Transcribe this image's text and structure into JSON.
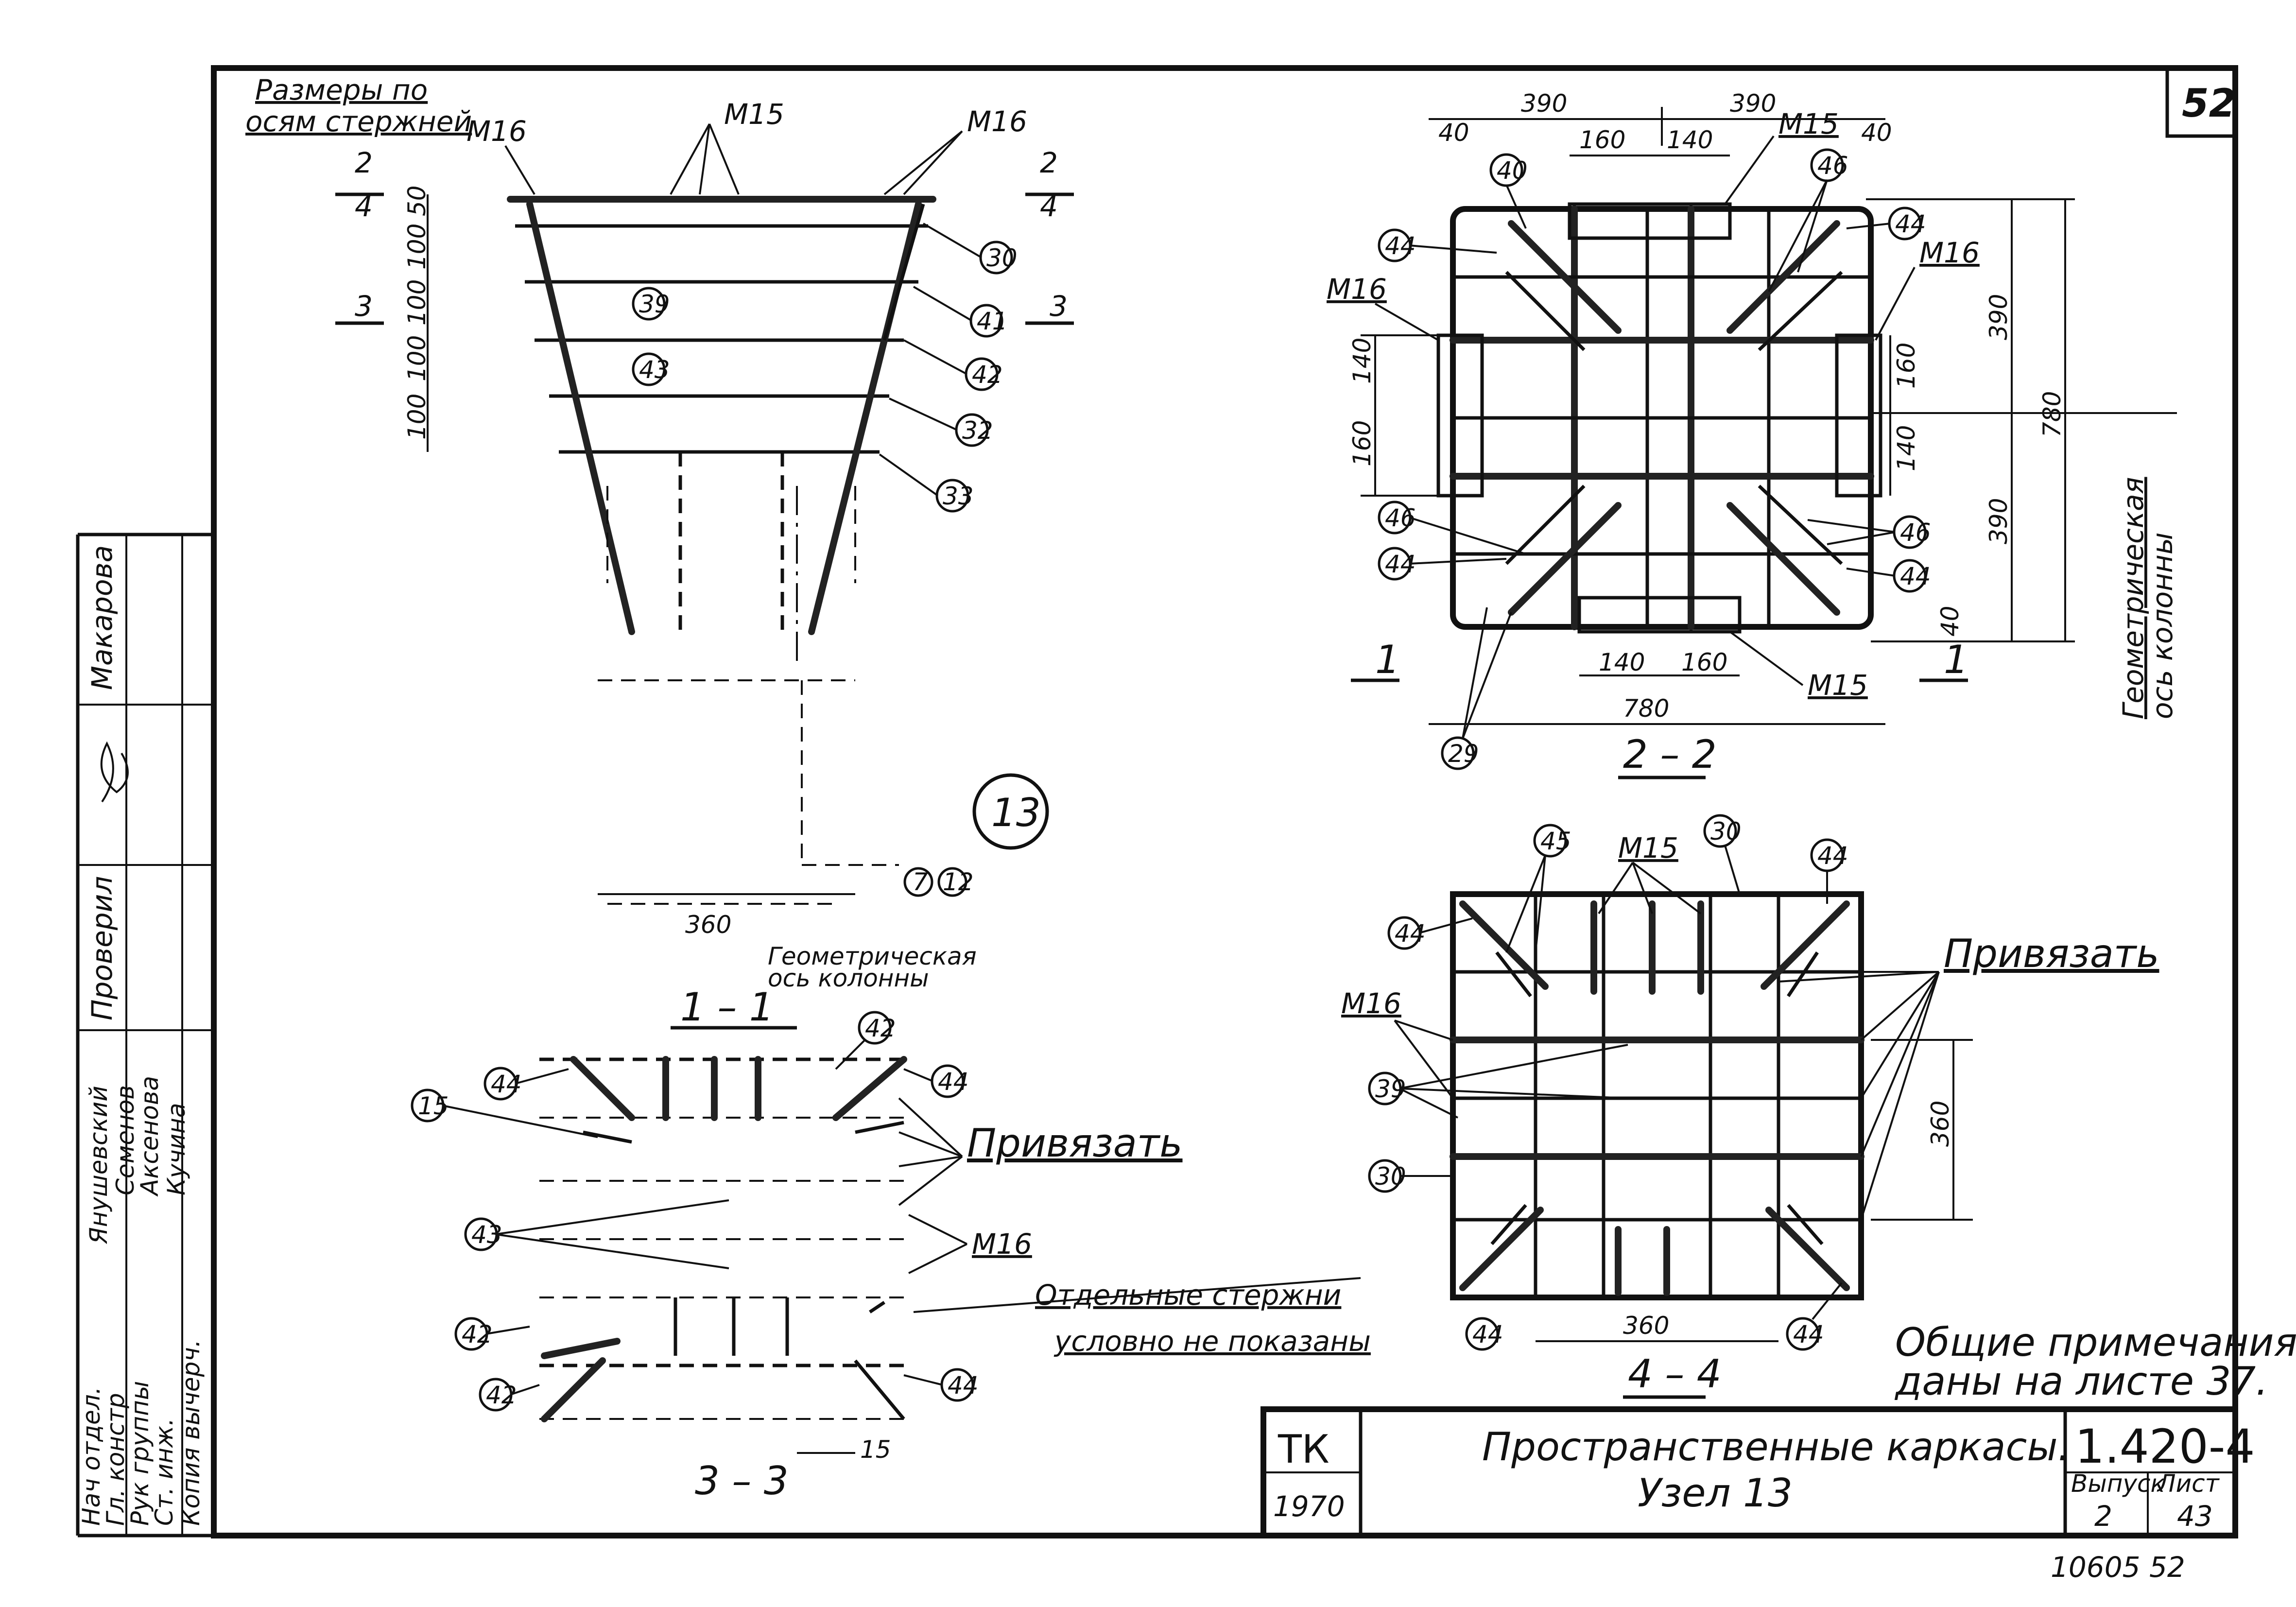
{
  "sheet": {
    "sheet_number": "52",
    "bottom_number": "10605 52"
  },
  "title_block": {
    "org_top": "ТК",
    "org_year": "1970",
    "title_line1": "Пространственные каркасы.",
    "title_line2": "Узел 13",
    "series": "1.420-4",
    "vypusk_label": "Выпуск",
    "list_label": "Лист",
    "vypusk": "2",
    "list": "43"
  },
  "stamp": {
    "roles": [
      "Нач отдел.",
      "Гл. констр",
      "Рук группы",
      "Ст. инж.",
      "Копия вычерч."
    ],
    "names": [
      "Янушевский",
      "Семенов",
      "Аксенова",
      "Кучина"
    ],
    "checked_label": "Проверил",
    "checker_name": "Макарова"
  },
  "view_1": {
    "top_note_line1": "Размеры по",
    "top_note_line2": "осям стержней",
    "section_label": "1 – 1",
    "node_number": "13",
    "axis_note_line1": "Геометрическая",
    "axis_note_line2": "ось колонны",
    "labels": {
      "m16_left": "М16",
      "m15_top": "М15",
      "m16_right": "М16",
      "cut_2_top": "2",
      "cut_2_bot": "4",
      "cut_3": "3",
      "dim_50": "50",
      "dim_100a": "100",
      "dim_100b": "100",
      "dim_100c": "100",
      "dim_100d": "100",
      "dim_360": "360"
    },
    "markers": [
      "30",
      "41",
      "42",
      "32",
      "33",
      "39",
      "43",
      "7",
      "12"
    ]
  },
  "view_2": {
    "section_label": "2 – 2",
    "axis_note_line1": "Геометрическая",
    "axis_note_line2": "ось колонны",
    "labels": {
      "dim_390a": "390",
      "dim_390b": "390",
      "dim_40a": "40",
      "dim_40b": "40",
      "dim_160a": "160",
      "dim_140a": "140",
      "m15_top": "М15",
      "m16_left": "М16",
      "m16_right": "М16",
      "dim_140b": "140",
      "dim_160b": "160",
      "dim_160c": "160",
      "dim_140c": "140",
      "dim_390c": "390",
      "dim_780v": "780",
      "dim_390d": "390",
      "dim_140d": "140",
      "dim_160d": "160",
      "m15_bottom": "М15",
      "dim_780h": "780",
      "dim_40c": "40",
      "cut_1": "1"
    },
    "markers": [
      "40",
      "46",
      "44",
      "44",
      "46",
      "44",
      "46",
      "44",
      "29"
    ]
  },
  "view_3": {
    "section_label": "3 – 3",
    "tie_label": "Привязать",
    "m16_label": "М16",
    "note_line1": "Отдельные стержни",
    "note_line2": "условно не показаны",
    "dim_15": "15",
    "markers": [
      "15",
      "44",
      "42",
      "44",
      "43",
      "42",
      "42",
      "44"
    ]
  },
  "view_4": {
    "section_label": "4 – 4",
    "tie_label": "Привязать",
    "m15_label": "М15",
    "m16_label": "М16",
    "dim_360v": "360",
    "dim_360h": "360",
    "markers": [
      "45",
      "30",
      "44",
      "44",
      "39",
      "30",
      "44",
      "44"
    ]
  },
  "general_note_line1": "Общие примечания",
  "general_note_line2": "даны на листе 37."
}
